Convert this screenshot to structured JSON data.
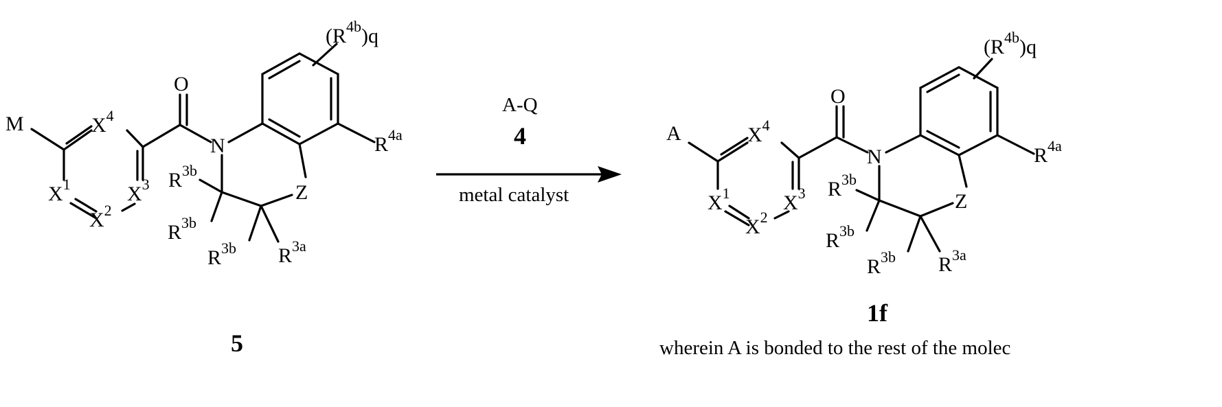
{
  "reaction": {
    "reagent": "A-Q",
    "reagent_number": "4",
    "condition": "metal catalyst"
  },
  "reactant": {
    "compound_number": "5",
    "substituent": "M",
    "atoms": {
      "O": "O",
      "N": "N",
      "Z": "Z",
      "X": "X",
      "R": "R",
      "x1": "1",
      "x2": "2",
      "x3": "3",
      "x4": "4",
      "r3b": "3b",
      "r3a": "3a",
      "r4a": "4a",
      "r4b": "4b",
      "q": "q",
      "paren_open": "(",
      "paren_close": ")"
    }
  },
  "product": {
    "compound_number": "1f",
    "substituent": "A",
    "footnote": "wherein A is bonded to the rest of the molec"
  }
}
